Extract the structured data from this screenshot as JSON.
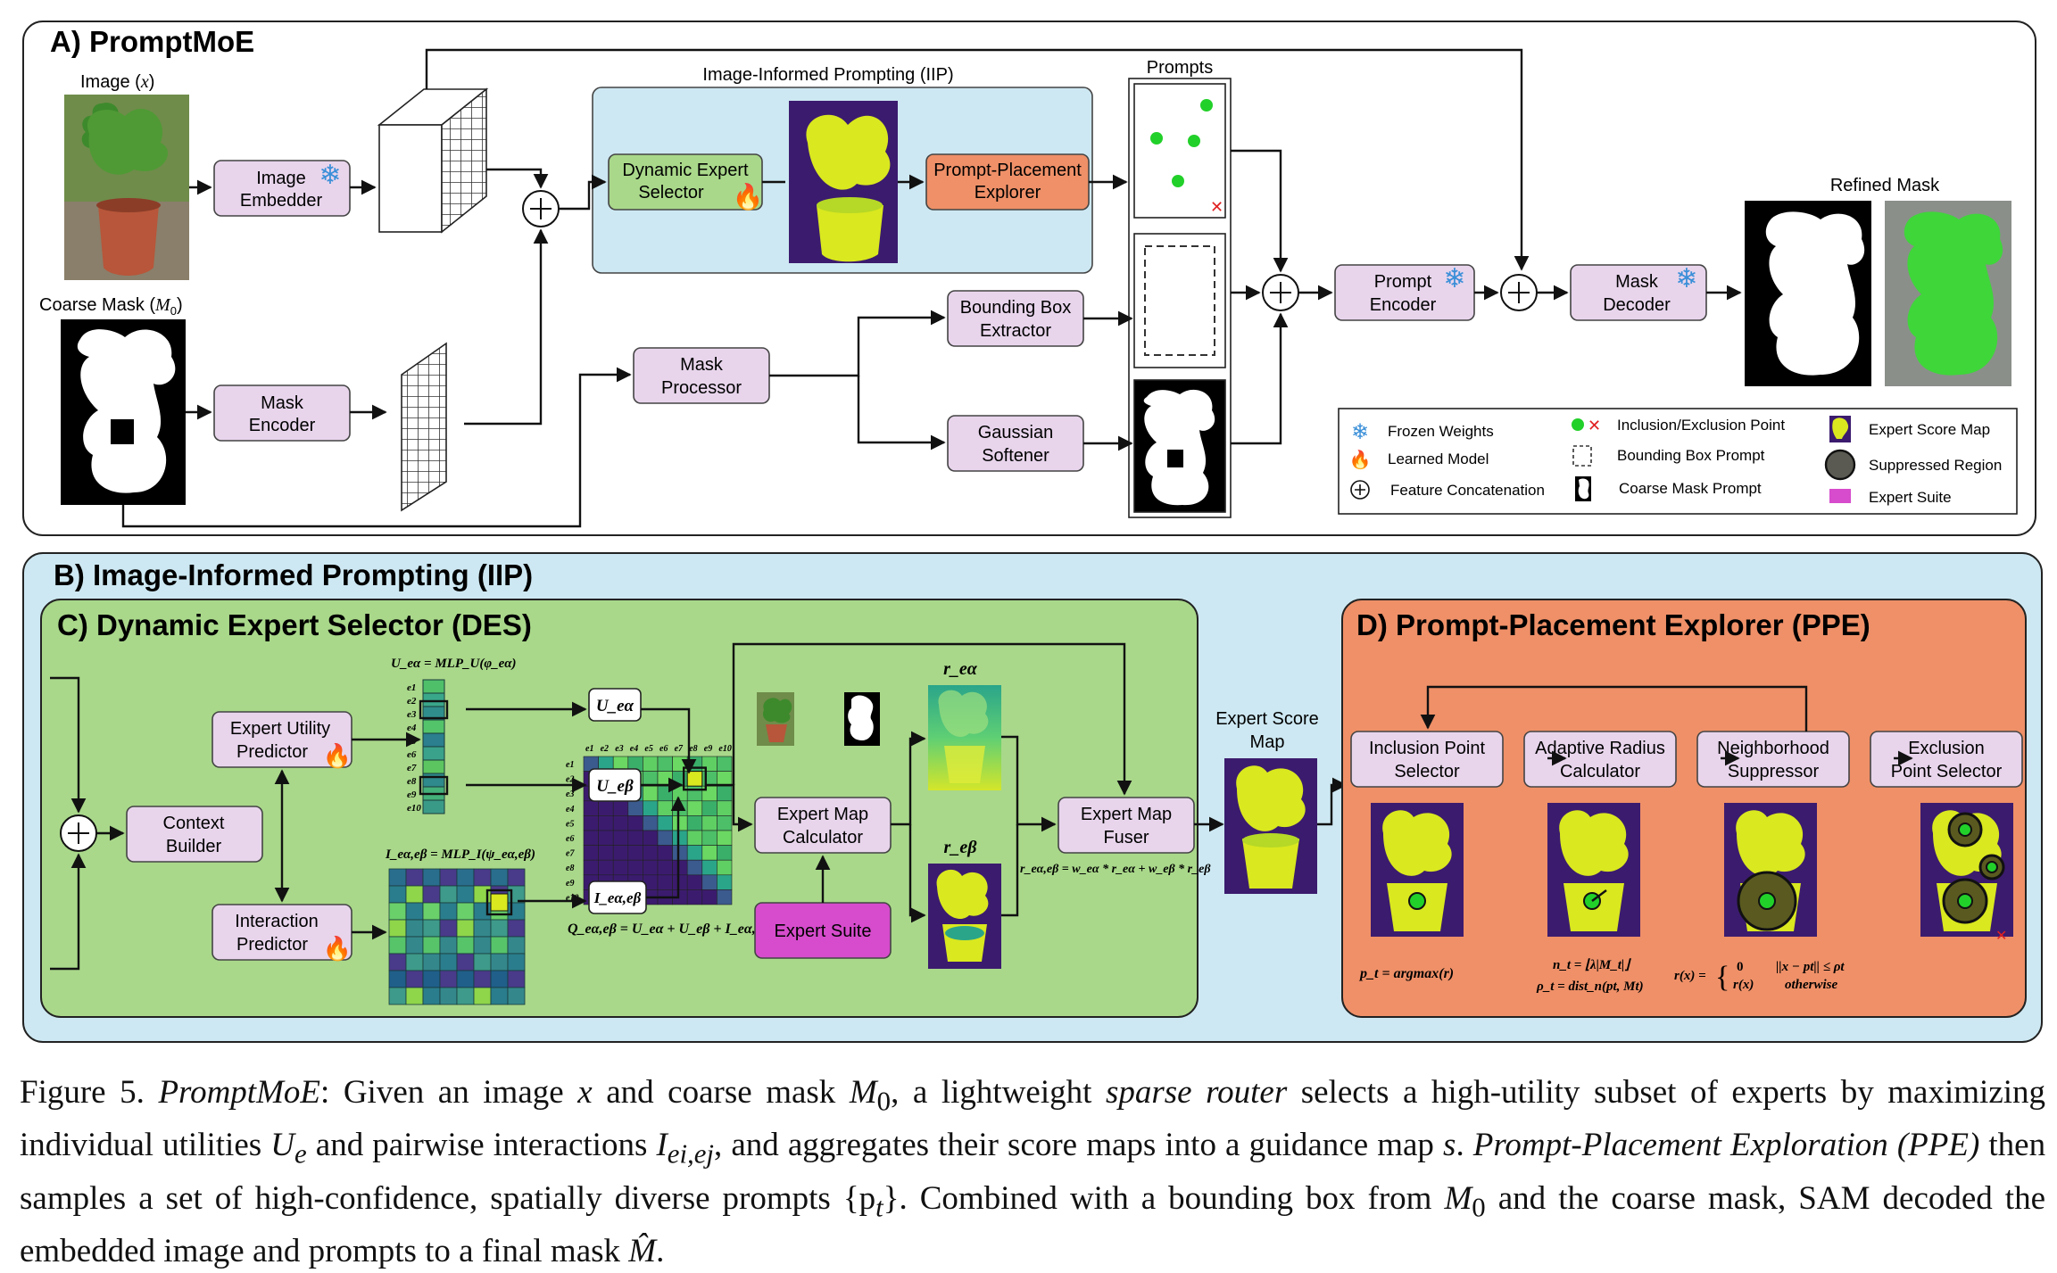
{
  "panelA": {
    "title": "A) PromptMoE",
    "image_label": "Image (x)",
    "coarse_mask_label": "Coarse Mask (M0)",
    "image_embedder": [
      "Image",
      "Embedder"
    ],
    "mask_encoder": [
      "Mask",
      "Encoder"
    ],
    "iip_title": "Image-Informed Prompting (IIP)",
    "des": [
      "Dynamic Expert",
      "Selector"
    ],
    "ppe": [
      "Prompt-Placement",
      "Explorer"
    ],
    "prompts_label": "Prompts",
    "mask_processor": [
      "Mask",
      "Processor"
    ],
    "bbox_extractor": [
      "Bounding Box",
      "Extractor"
    ],
    "gaussian_softener": [
      "Gaussian",
      "Softener"
    ],
    "prompt_encoder": [
      "Prompt",
      "Encoder"
    ],
    "mask_decoder": [
      "Mask",
      "Decoder"
    ],
    "refined_mask_label": "Refined Mask"
  },
  "legend": {
    "frozen": "Frozen Weights",
    "learned": "Learned Model",
    "concat": "Feature Concatenation",
    "inc_exc": "Inclusion/Exclusion Point",
    "bbox_prompt": "Bounding Box Prompt",
    "mask_prompt": "Coarse Mask Prompt",
    "score_map": "Expert Score Map",
    "suppressed": "Suppressed Region",
    "suite": "Expert Suite"
  },
  "panelB": {
    "title": "B) Image-Informed Prompting (IIP)"
  },
  "panelC": {
    "title": "C) Dynamic Expert Selector (DES)",
    "context_builder": [
      "Context",
      "Builder"
    ],
    "utility_predictor": [
      "Expert Utility",
      "Predictor"
    ],
    "interaction_predictor": [
      "Interaction",
      "Predictor"
    ],
    "u_formula": "U_eα = MLP_U(φ_eα)",
    "i_formula": "I_eα,eβ = MLP_I(ψ_eα,eβ)",
    "q_formula": "Q_eα,eβ = U_eα + U_eβ + I_eα,eβ",
    "expert_ids": [
      "e1",
      "e2",
      "e3",
      "e4",
      "e5",
      "e6",
      "e7",
      "e8",
      "e9",
      "e10"
    ],
    "u_alpha": "U_eα",
    "u_beta": "U_eβ",
    "i_ab": "I_eα,eβ",
    "expert_map_calc": [
      "Expert Map",
      "Calculator"
    ],
    "expert_suite": "Expert Suite",
    "r_alpha": "r_eα",
    "r_beta": "r_eβ",
    "expert_map_fuser": [
      "Expert Map",
      "Fuser"
    ],
    "fuser_formula": "r_eα,eβ = w_eα * r_eα + w_eβ * r_eβ"
  },
  "score_map_label": [
    "Expert Score",
    "Map"
  ],
  "panelD": {
    "title": "D) Prompt-Placement Explorer (PPE)",
    "steps": [
      [
        "Inclusion Point",
        "Selector"
      ],
      [
        "Adaptive Radius",
        "Calculator"
      ],
      [
        "Neighborhood",
        "Suppressor"
      ],
      [
        "Exclusion",
        "Point Selector"
      ]
    ],
    "f1": "p_t = argmax(r)",
    "f2a": "n_t = ⌊λ|M_t|⌋",
    "f2b": "ρ_t = dist_n(pt, Mt)",
    "f3_lhs": "r(x) =",
    "f3_a": "0",
    "f3_b": "r(x)",
    "f3_c": "||x − pt|| ≤ ρt",
    "f3_d": "otherwise"
  },
  "caption": {
    "c01": "Figure 5.",
    "c02": "PromptMoE",
    "c03": ": Given an image",
    "c04": "x",
    "c05": "and coarse mask",
    "c06": "M",
    "c06s": "0",
    "c07": ", a lightweight",
    "c08": "sparse router",
    "c09": "selects a high-utility subset of experts by maximizing individual utilities",
    "c10": "U",
    "c10s": "e",
    "c11": "and pairwise interactions",
    "c12": "I",
    "c12s": "ei,ej",
    "c13": ", and aggregates their score maps into a guidance map",
    "c14": "s",
    "c15": ".",
    "c16": "Prompt-Placement Exploration (PPE)",
    "c17": "then samples a set of high-confidence, spatially diverse prompts",
    "c18": "{p",
    "c18s": "t",
    "c18e": "}",
    "c19": ". Combined with a bounding box from",
    "c20": "M",
    "c20s": "0",
    "c21": "and the coarse mask, SAM decoded the embedded image and prompts to a final mask",
    "c22": "M̂",
    "c23": "."
  },
  "colors": {
    "box_fill": "#e8d5ec",
    "iip_fill": "#cde8f2",
    "des_green": "#a9d88a",
    "ppe_orange": "#ef9068",
    "suite_magenta": "#d64ccc",
    "viridis_yellow": "#d9e81f",
    "viridis_purple": "#3b1b6e"
  }
}
